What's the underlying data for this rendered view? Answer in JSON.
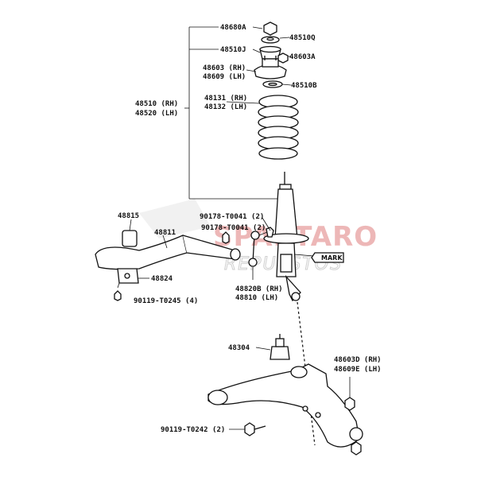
{
  "watermark": {
    "title": "SPARTARO",
    "subtitle": "REPUESTOS"
  },
  "labels": {
    "p48680A": "48680A",
    "p48510Q": "48510Q",
    "p48510J": "48510J",
    "p48603A": "48603A",
    "p48603_rh": "48603 (RH)",
    "p48609_lh": "48609 (LH)",
    "p48510B": "48510B",
    "p48510_rh": "48510 (RH)",
    "p48520_lh": "48520 (LH)",
    "p48131_rh": "48131 (RH)",
    "p48132_lh": "48132 (LH)",
    "p48815": "48815",
    "p48811": "48811",
    "p48824": "48824",
    "p90119_t0245": "90119-T0245 (4)",
    "p90178_t0041_a": "90178-T0041 (2)",
    "p90178_t0041_b": "90178-T0041 (2)",
    "p48820B_rh": "48820B (RH)",
    "p48810_lh": "48810 (LH)",
    "mark": "MARK",
    "p48304": "48304",
    "p48603D_rh": "48603D (RH)",
    "p48609E_lh": "48609E (LH)",
    "p90119_t0242": "90119-T0242 (2)"
  }
}
